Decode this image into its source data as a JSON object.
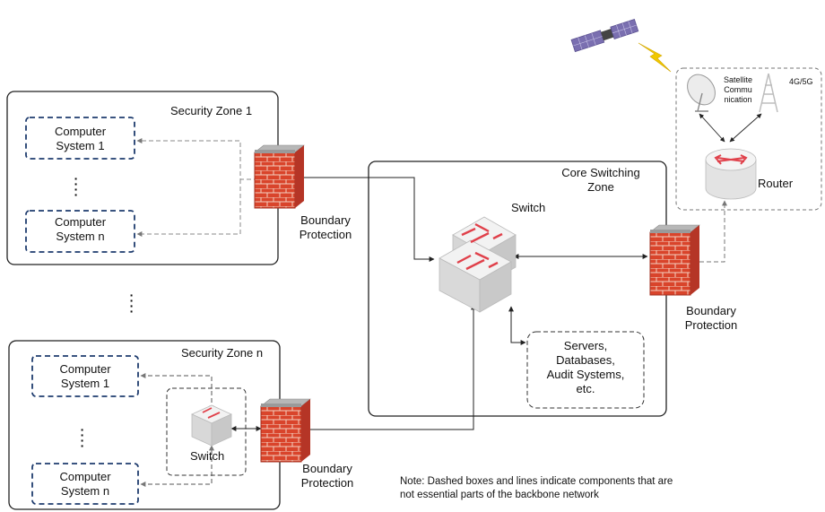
{
  "zones": {
    "security_zone_1": "Security Zone 1",
    "security_zone_n": "Security Zone n",
    "core_switching_zone": [
      "Core Switching",
      "Zone"
    ]
  },
  "computers": {
    "z1_top": [
      "Computer",
      "System 1"
    ],
    "z1_bottom": [
      "Computer",
      "System n"
    ],
    "zn_top": [
      "Computer",
      "System 1"
    ],
    "zn_bottom": [
      "Computer",
      "System n"
    ]
  },
  "boundary_protection": [
    "Boundary",
    "Protection"
  ],
  "switch_core": "Switch",
  "switch_zone_n": "Switch",
  "servers": [
    "Servers,",
    "Databases,",
    "Audit Systems,",
    "etc."
  ],
  "router": "Router",
  "satellite": [
    "Satellite",
    "Commu",
    "nication"
  ],
  "cellular": "4G/5G",
  "note": [
    "Note: Dashed boxes and lines indicate components that are",
    "not essential parts of the backbone network"
  ],
  "colors": {
    "firewall_brick": "#d9442b",
    "firewall_cap": "#9a9a9a",
    "computer_box": "#1f3c6e",
    "arrow_red": "#e0404a",
    "switch_grey": "#e4e4e4",
    "satellite_panel": "#7a6fb0",
    "signal_yellow": "#f0c800"
  },
  "icons": [
    "firewall-icon",
    "switch-icon",
    "router-icon",
    "satellite-icon",
    "satellite-dish-icon",
    "cell-tower-icon",
    "lightning-icon"
  ]
}
